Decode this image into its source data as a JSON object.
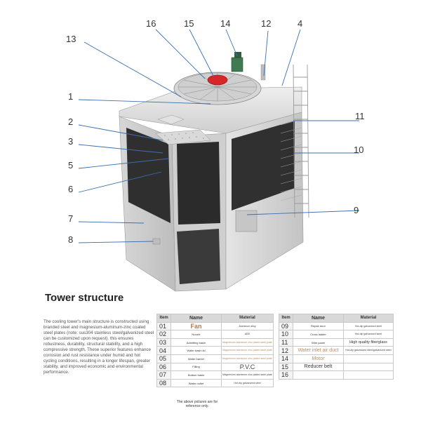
{
  "diagram": {
    "callouts": [
      "13",
      "16",
      "15",
      "14",
      "12",
      "4",
      "1",
      "11",
      "2",
      "10",
      "3",
      "5",
      "6",
      "9",
      "7",
      "8"
    ]
  },
  "section": {
    "title": "Tower structure",
    "description": "The cooling tower's main structure is constructed using branded steel and magnesium-aluminum-zinc coated steel plates (note: sus304 stainless steel/galvanized steel can be customized upon request). this ensures robustness, durability, structural stability, and a high compressive strength. These superior features enhance corrosion and rust resistance under humid and hot cycling conditions, resulting in a longer lifespan, greater stability, and improved economic and environmental performance.",
    "note": "The above pictures are for reference only."
  },
  "table_left": {
    "header": {
      "item": "Item",
      "name": "Name",
      "material": "Material"
    },
    "rows": [
      {
        "no": "01",
        "name": "Fan",
        "material": "Aluminum alloy"
      },
      {
        "no": "02",
        "name": "Nozzle",
        "material": "ABS"
      },
      {
        "no": "03",
        "name": "Admitting basin",
        "material": "Magnesium aluminum zinc plated steel plate"
      },
      {
        "no": "04",
        "name": "Water basin lid",
        "material": "Magnesium aluminum zinc plated steel plate"
      },
      {
        "no": "05",
        "name": "Water barrier",
        "material": "Magnesium aluminum zinc plated steel plate"
      },
      {
        "no": "06",
        "name": "Filling",
        "material": "P.V.C"
      },
      {
        "no": "07",
        "name": "Bottom basin",
        "material": "Magnesium aluminum zinc plated steel plate"
      },
      {
        "no": "08",
        "name": "Water outlet",
        "material": "Hot-dip galvanized steel"
      }
    ]
  },
  "table_right": {
    "header": {
      "item": "Item",
      "name": "Name",
      "material": "Material"
    },
    "rows": [
      {
        "no": "09",
        "name": "Repair door",
        "material": "Hot-dip galvanized steel"
      },
      {
        "no": "10",
        "name": "Cross ladder",
        "material": "Hot-dip galvanized steel"
      },
      {
        "no": "11",
        "name": "Wire panel",
        "material": "High quality fiberglass"
      },
      {
        "no": "12",
        "name": "Water inlet air duct",
        "material": "Hot-dip galvanized steel/galvanized steel"
      },
      {
        "no": "14",
        "name": "Motor",
        "material": ""
      },
      {
        "no": "15",
        "name": "Reducer belt",
        "material": ""
      },
      {
        "no": "16",
        "name": "",
        "material": ""
      }
    ]
  }
}
